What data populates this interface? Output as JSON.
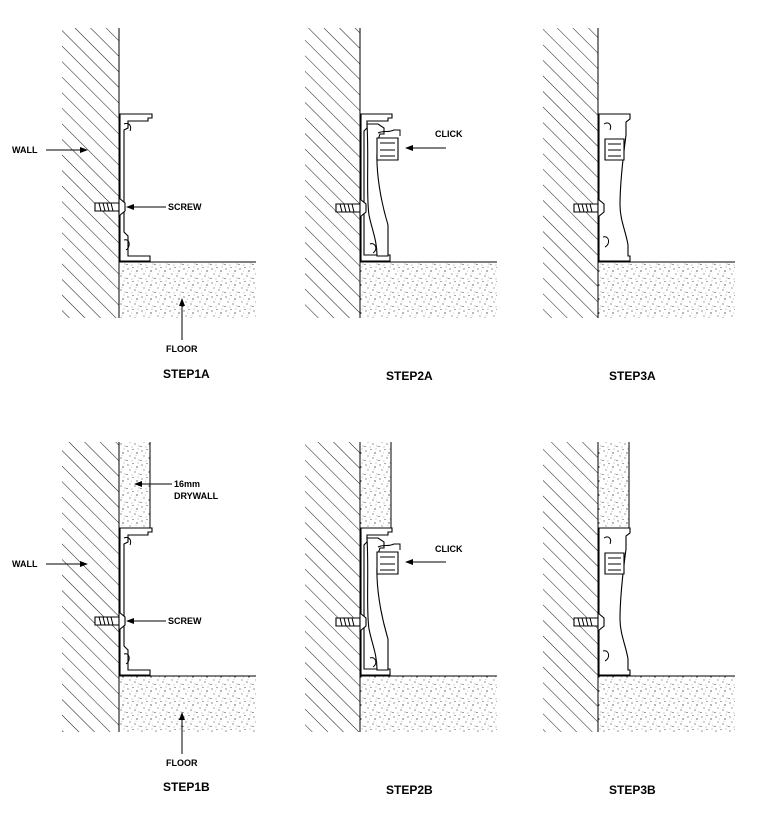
{
  "labels": {
    "wall": "WALL",
    "screw": "SCREW",
    "floor": "FLOOR",
    "click": "CLICK",
    "drywall_size": "16mm",
    "drywall": "DRYWALL"
  },
  "steps": {
    "s1a": "STEP1A",
    "s2a": "STEP2A",
    "s3a": "STEP3A",
    "s1b": "STEP1B",
    "s2b": "STEP2B",
    "s3b": "STEP3B"
  },
  "colors": {
    "line": "#000000",
    "background": "#ffffff"
  }
}
